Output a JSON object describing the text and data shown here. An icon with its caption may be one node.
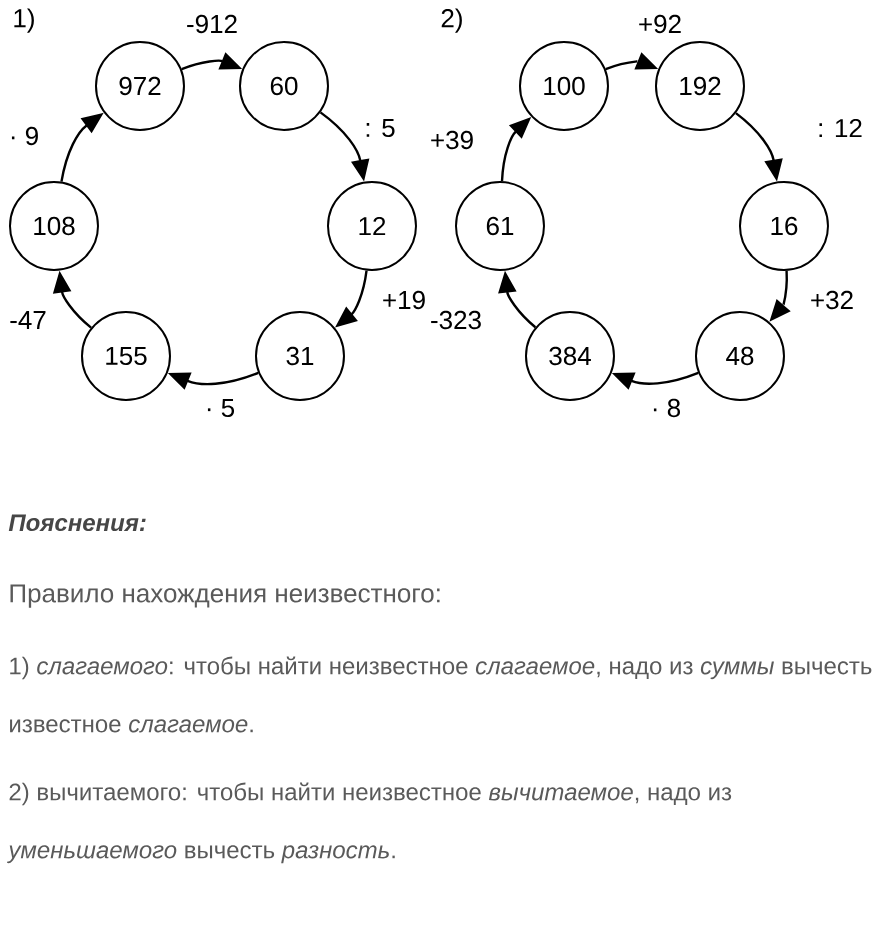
{
  "diagram": {
    "nodes": [
      {
        "text": [
          "972"
        ]
      },
      {
        "text": [
          "60"
        ]
      },
      {
        "text": [
          "12"
        ]
      },
      {
        "text": [
          "31"
        ]
      },
      {
        "text": [
          "155"
        ]
      },
      {
        "text": [
          "108"
        ]
      },
      {
        "text": [
          "100"
        ]
      },
      {
        "text": [
          "192"
        ]
      },
      {
        "text": [
          "16"
        ]
      },
      {
        "text": [
          "48"
        ]
      },
      {
        "text": [
          "384"
        ]
      },
      {
        "text": [
          "61"
        ]
      }
    ],
    "edges": [
      {
        "from": 0,
        "to": 1,
        "arrow": "to",
        "label": "-912"
      },
      {
        "from": 1,
        "to": 2,
        "arrow": "to",
        "label": ": 5"
      },
      {
        "from": 2,
        "to": 3,
        "arrow": "to",
        "label": "+19"
      },
      {
        "from": 3,
        "to": 4,
        "arrow": "to",
        "label": "· 5"
      },
      {
        "from": 4,
        "to": 5,
        "arrow": "to",
        "label": "-47"
      },
      {
        "from": 5,
        "to": 0,
        "arrow": "to",
        "label": "· 9"
      },
      {
        "from": 6,
        "to": 7,
        "arrow": "to",
        "label": "+92"
      },
      {
        "from": 7,
        "to": 8,
        "arrow": "to",
        "label": ": 12"
      },
      {
        "from": 8,
        "to": 9,
        "arrow": "to",
        "label": "+32"
      },
      {
        "from": 9,
        "to": 10,
        "arrow": "to",
        "label": "· 8"
      },
      {
        "from": 10,
        "to": 11,
        "arrow": "to",
        "label": "-323"
      },
      {
        "from": 11,
        "to": 6,
        "arrow": "to",
        "label": "+39"
      }
    ],
    "labels": [
      "1)",
      "2)",
      "Пояснения:",
      "Правило нахождения неизвестного:",
      "1) *слагаемого*: чтобы найти неизвестное *слагаемое*, надо из *суммы* вычесть известное *слагаемое*.",
      "2) вычитаемого: чтобы найти неизвестное *вычитаемое*, надо из *уменьшаемого* вычесть *разность*."
    ]
  }
}
